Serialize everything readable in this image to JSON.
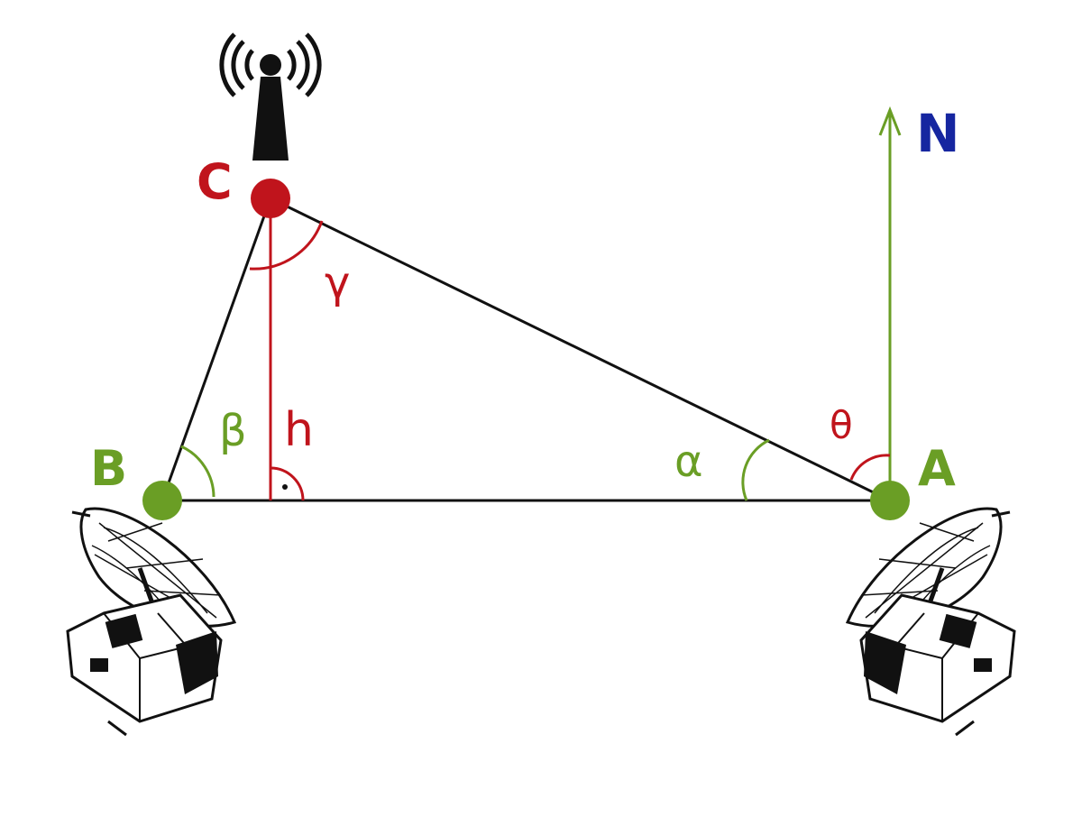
{
  "colors": {
    "line": "#111111",
    "red": "#c0141c",
    "green": "#6a9e25",
    "blue": "#1626a0",
    "antenna_fill": "#ffffff",
    "antenna_stroke": "#111111"
  },
  "points": {
    "A": "A",
    "B": "B",
    "C": "C"
  },
  "angles": {
    "alpha": "α",
    "beta": "β",
    "gamma": "γ",
    "theta": "θ"
  },
  "height_label": "h",
  "north_label": "N",
  "icons": {
    "transmitter": "radio-tower-icon",
    "left_station": "satellite-dish-icon",
    "right_station": "satellite-dish-icon"
  }
}
